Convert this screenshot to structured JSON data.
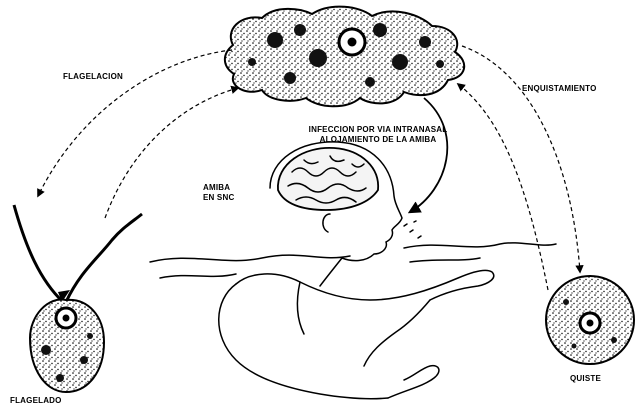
{
  "labels": {
    "flagelacion": "FLAGELACION",
    "enquistamiento": "ENQUISTAMIENTO",
    "infeccion_line1": "INFECCION POR VIA INTRANASAL",
    "infeccion_line2": "ALOJAMIENTO DE LA AMIBA",
    "amiba_line1": "AMIBA",
    "amiba_line2": "EN SNC",
    "flagelado": "FLAGELADO",
    "quiste": "QUISTE"
  },
  "icons": {
    "ameba": "ameba-trophozoite-drawing",
    "flagellate": "flagellated-form-drawing",
    "cyst": "cyst-drawing",
    "swimmer": "swimmer-with-brain-drawing"
  },
  "colors": {
    "ink": "#000000",
    "background": "#ffffff"
  }
}
